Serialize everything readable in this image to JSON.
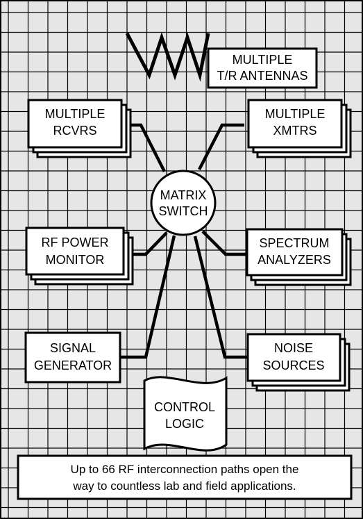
{
  "nodes": {
    "antennas": {
      "lines": [
        "MULTIPLE",
        "T/R ANTENNAS"
      ]
    },
    "receivers": {
      "lines": [
        "MULTIPLE",
        "RCVRS"
      ]
    },
    "transmitters": {
      "lines": [
        "MULTIPLE",
        "XMTRS"
      ]
    },
    "matrix_switch": {
      "lines": [
        "MATRIX",
        "SWITCH"
      ]
    },
    "rf_power_monitor": {
      "lines": [
        "RF POWER",
        "MONITOR"
      ]
    },
    "spectrum_analyzers": {
      "lines": [
        "SPECTRUM",
        "ANALYZERS"
      ]
    },
    "signal_generator": {
      "lines": [
        "SIGNAL",
        "GENERATOR"
      ]
    },
    "noise_sources": {
      "lines": [
        "NOISE",
        "SOURCES"
      ]
    },
    "control_logic": {
      "lines": [
        "CONTROL",
        "LOGIC"
      ]
    }
  },
  "caption": {
    "lines": [
      "Up to 66 RF interconnection paths open the",
      "way to countless lab and field applications."
    ]
  },
  "colors": {
    "background": "#e6e6e6",
    "ink": "#000000",
    "box_fill": "#ffffff"
  }
}
